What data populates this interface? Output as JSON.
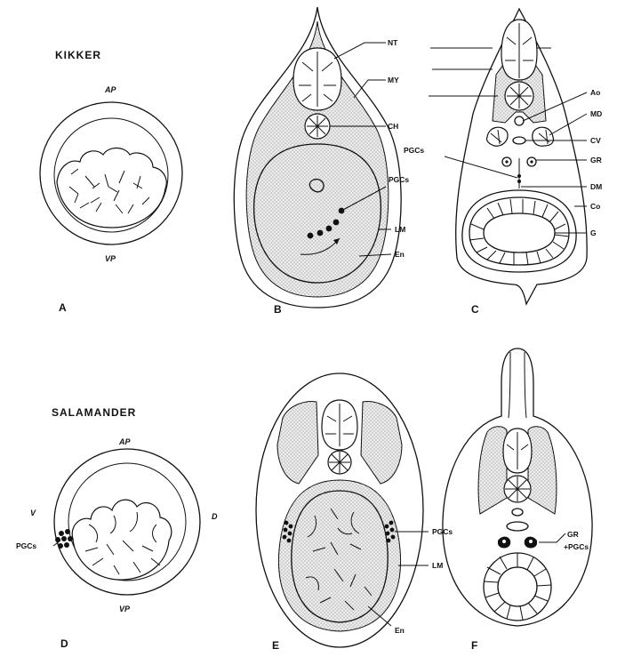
{
  "groups": {
    "frog": "KIKKER",
    "salamander": "SALAMANDER"
  },
  "panels": {
    "A": "A",
    "B": "B",
    "C": "C",
    "D": "D",
    "E": "E",
    "F": "F"
  },
  "labels": {
    "a_ap": "AP",
    "a_vp": "VP",
    "b_nt": "NT",
    "b_my": "MY",
    "b_ch": "CH",
    "b_pgcs": "PGCs",
    "b_lm": "LM",
    "b_en": "En",
    "c_ao": "Ao",
    "c_md": "MD",
    "c_cv": "CV",
    "c_gr": "GR",
    "c_dm": "DM",
    "c_co": "Co",
    "c_g": "G",
    "c_pgcs": "PGCs",
    "d_ap": "AP",
    "d_vp": "VP",
    "d_v": "V",
    "d_d": "D",
    "d_pgcs": "PGCs",
    "e_pgcs": "PGCs",
    "e_lm": "LM",
    "e_en": "En",
    "f_gr": "GR",
    "f_pgcs": "+PGCs"
  },
  "colors": {
    "ink": "#111111",
    "stipple": "#d9d9d9",
    "paper": "#ffffff"
  }
}
